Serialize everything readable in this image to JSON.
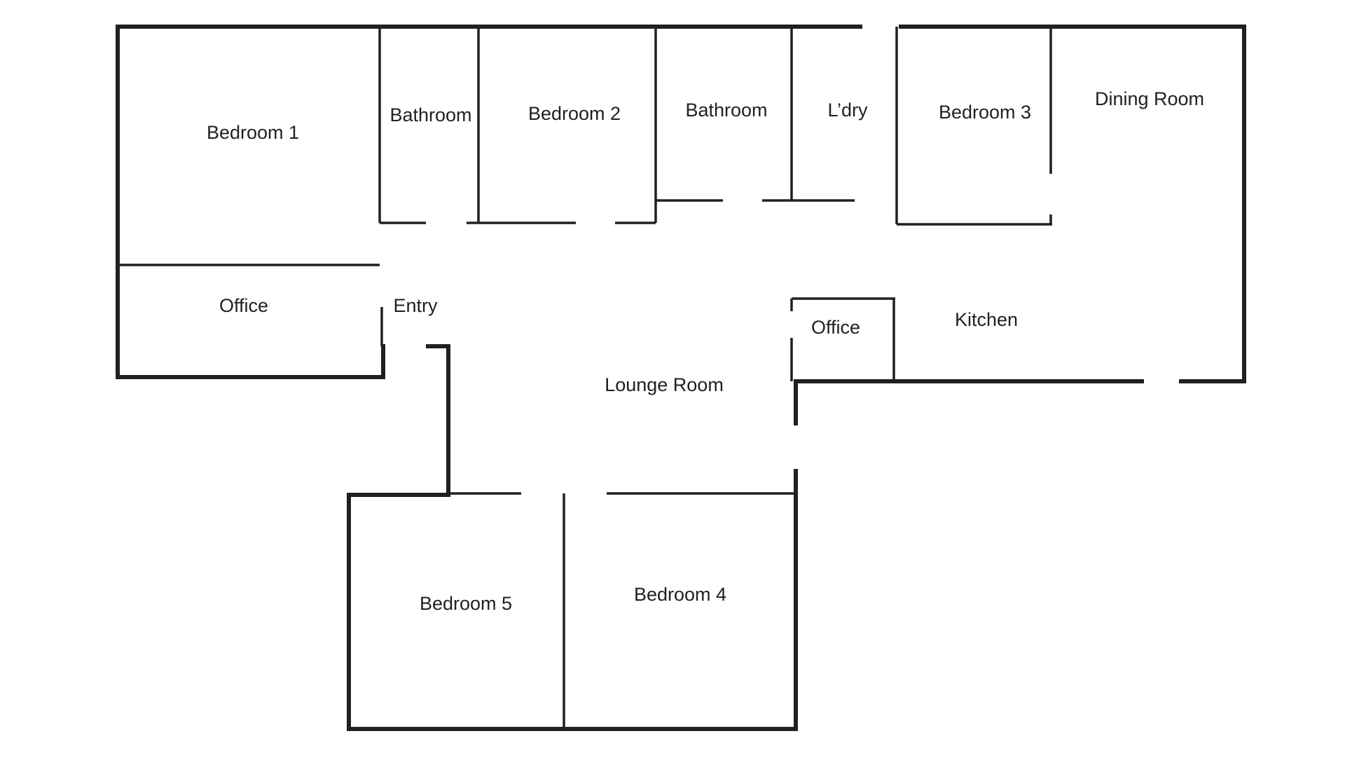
{
  "plan": {
    "wall_color": "#231f20",
    "background_color": "#ffffff",
    "rooms": {
      "bedroom_1": "Bedroom 1",
      "bathroom_a": "Bathroom",
      "bedroom_2": "Bedroom 2",
      "bathroom_b": "Bathroom",
      "laundry": "L’dry",
      "bedroom_3": "Bedroom 3",
      "dining_room": "Dining Room",
      "office_a": "Office",
      "entry": "Entry",
      "office_b": "Office",
      "kitchen": "Kitchen",
      "lounge_room": "Lounge Room",
      "bedroom_5": "Bedroom 5",
      "bedroom_4": "Bedroom 4"
    }
  }
}
